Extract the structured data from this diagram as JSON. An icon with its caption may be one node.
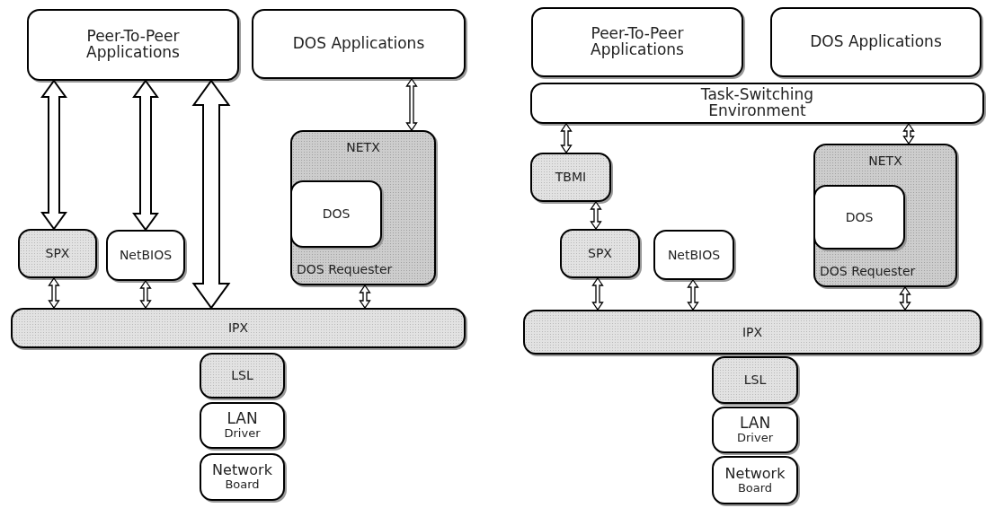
{
  "diagram": {
    "nodes": [
      {
        "text": [
          "Peer-To-Peer Applications"
        ]
      },
      {
        "text": [
          "DOS Applications"
        ]
      },
      {
        "text": [
          "NETX",
          "DOS Requester"
        ]
      },
      {
        "text": [
          "DOS"
        ],
        "in": 2
      },
      {
        "text": [
          "SPX"
        ]
      },
      {
        "text": [
          "NetBIOS"
        ]
      },
      {
        "text": [
          "IPX"
        ]
      },
      {
        "text": [
          "LSL"
        ]
      },
      {
        "text": [
          "LAN",
          "Driver"
        ]
      },
      {
        "text": [
          "Network",
          "Board"
        ]
      },
      {
        "text": [
          "Peer-To-Peer Applications"
        ]
      },
      {
        "text": [
          "DOS Applications"
        ]
      },
      {
        "text": [
          "Task-Switching Environment"
        ]
      },
      {
        "text": [
          "TBMI"
        ]
      },
      {
        "text": [
          "NETX",
          "DOS Requester"
        ]
      },
      {
        "text": [
          "DOS"
        ],
        "in": 14
      },
      {
        "text": [
          "SPX"
        ]
      },
      {
        "text": [
          "NetBIOS"
        ]
      },
      {
        "text": [
          "IPX"
        ]
      },
      {
        "text": [
          "LSL"
        ]
      },
      {
        "text": [
          "LAN",
          "Driver"
        ]
      },
      {
        "text": [
          "Network",
          "Board"
        ]
      }
    ],
    "edges": [
      {
        "from": 0,
        "to": 4,
        "arrow": "both",
        "style": "thick"
      },
      {
        "from": 0,
        "to": 5,
        "arrow": "both",
        "style": "thick"
      },
      {
        "from": 0,
        "to": 6,
        "arrow": "both",
        "style": "thick"
      },
      {
        "from": 1,
        "to": 2,
        "arrow": "both"
      },
      {
        "from": 4,
        "to": 6,
        "arrow": "both"
      },
      {
        "from": 5,
        "to": 6,
        "arrow": "both"
      },
      {
        "from": 2,
        "to": 6,
        "arrow": "both"
      },
      {
        "from": 12,
        "to": 13,
        "arrow": "both"
      },
      {
        "from": 12,
        "to": 14,
        "arrow": "both"
      },
      {
        "from": 13,
        "to": 16,
        "arrow": "both"
      },
      {
        "from": 16,
        "to": 18,
        "arrow": "both"
      },
      {
        "from": 17,
        "to": 18,
        "arrow": "both"
      },
      {
        "from": 14,
        "to": 18,
        "arrow": "both"
      }
    ]
  }
}
